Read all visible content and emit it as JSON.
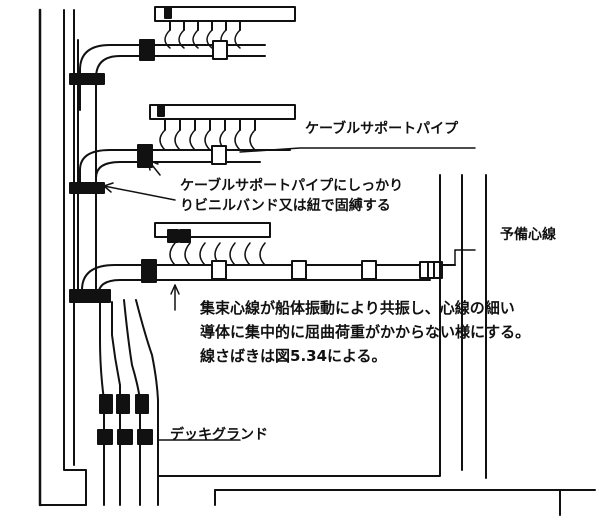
{
  "labels": {
    "cable_support_pipe": "ケーブルサポートパイプ",
    "spare_cores": "予備心線",
    "deck_gland": "デッキグランド"
  },
  "notes": {
    "binding_instruction": [
      "ケーブルサポートパイプにしっかり",
      "りビニルバンド又は紐で固縛する"
    ],
    "resonance_warning": [
      "集束心線が船体振動により共振し、心線の細い",
      "導体に集中的に屈曲荷重がかからない様にする。",
      "線さばきは図5.34による。"
    ]
  },
  "colors": {
    "ink": "#111111",
    "paper": "#ffffff"
  }
}
